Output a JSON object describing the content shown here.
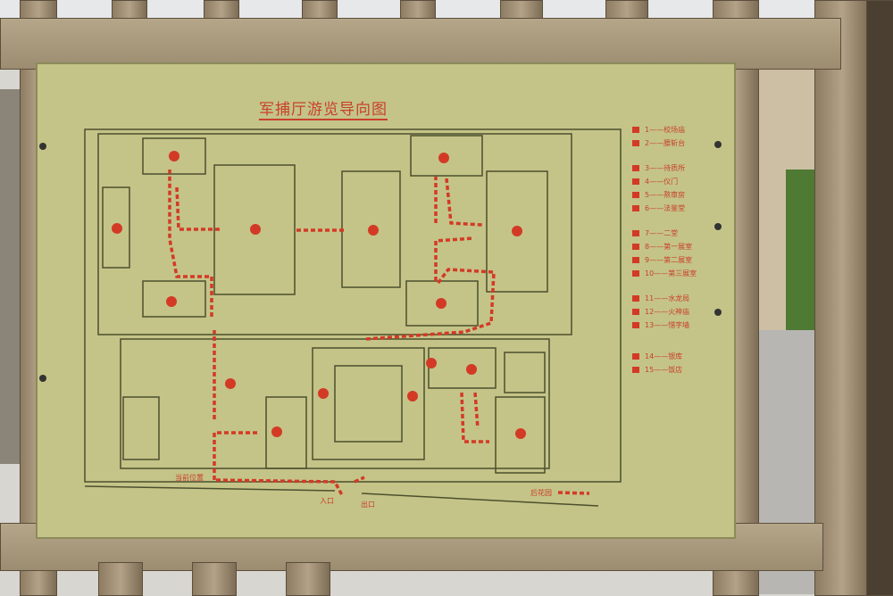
{
  "sign": {
    "title": "军捕厅游览导向图",
    "legend": [
      {
        "num": "1",
        "name": "校场庙"
      },
      {
        "num": "2",
        "name": "腰斩台"
      },
      {
        "num": "3",
        "name": "待质所"
      },
      {
        "num": "4",
        "name": "仪门"
      },
      {
        "num": "5",
        "name": "熬审房"
      },
      {
        "num": "6",
        "name": "法鉴堂"
      },
      {
        "num": "7",
        "name": "二堂"
      },
      {
        "num": "8",
        "name": "第一展室"
      },
      {
        "num": "9",
        "name": "第二展室"
      },
      {
        "num": "10",
        "name": "第三展室"
      },
      {
        "num": "11",
        "name": "水龙局"
      },
      {
        "num": "12",
        "name": "火神庙"
      },
      {
        "num": "13",
        "name": "惜字墙"
      },
      {
        "num": "14",
        "name": "银库"
      },
      {
        "num": "15",
        "name": "饭店"
      }
    ],
    "labels": {
      "current": "当前位置",
      "entrance": "入口",
      "exit": "出口",
      "garden": "后花园"
    }
  },
  "colors": {
    "board": "#c4c488",
    "accent": "#d33a26",
    "wood": "#a8977a"
  }
}
